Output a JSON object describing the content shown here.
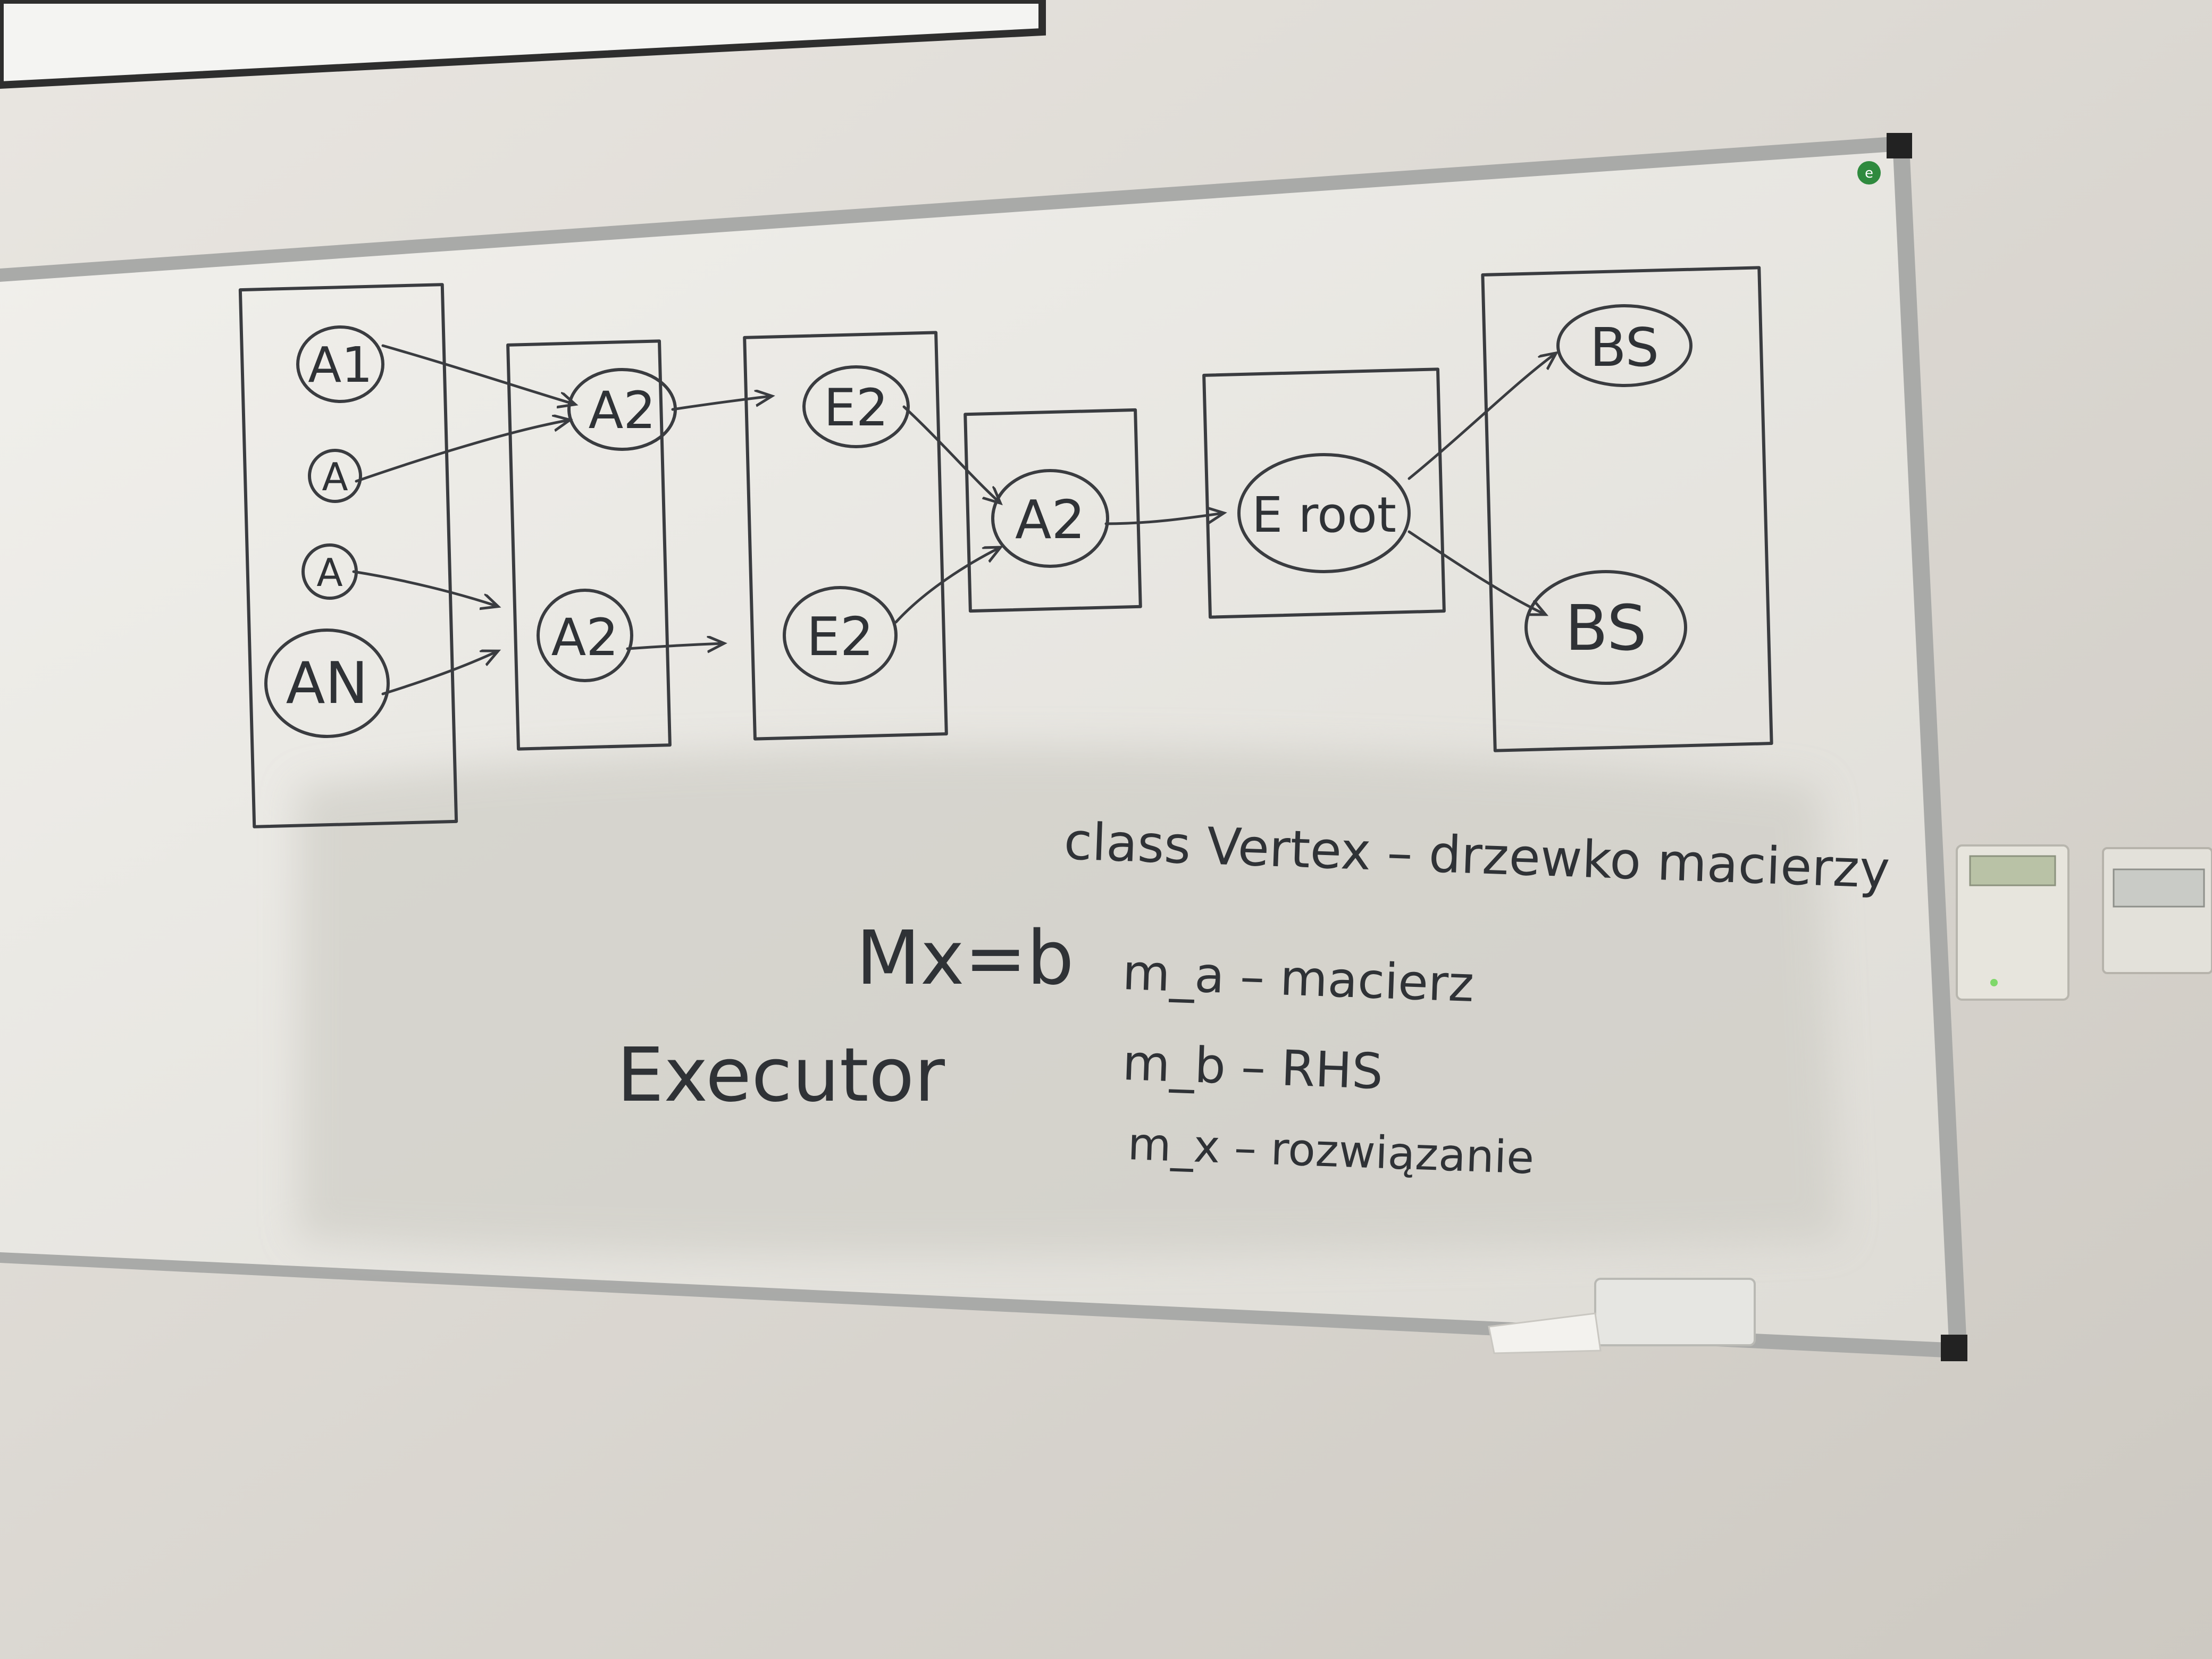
{
  "colors": {
    "wall": "#dedad4",
    "board": "#ecebe7",
    "frame": "#a9aaa8",
    "ink": "#2f3236",
    "smudge": "#cfcdc6"
  },
  "logo": {
    "icon": "e-logo-icon",
    "text": "e"
  },
  "diagram": {
    "columns": [
      {
        "name": "column-1",
        "nodes": [
          "A1",
          "A",
          "A",
          "AN"
        ]
      },
      {
        "name": "column-2",
        "nodes": [
          "A2",
          "A2"
        ]
      },
      {
        "name": "column-3",
        "nodes": [
          "E2",
          "E2"
        ]
      },
      {
        "name": "column-4",
        "nodes": [
          "A2"
        ]
      },
      {
        "name": "column-5",
        "nodes": [
          "E root"
        ]
      },
      {
        "name": "column-6",
        "nodes": [
          "BS",
          "BS"
        ]
      }
    ]
  },
  "notes": {
    "class_line": "class Vertex – drzewko macierzy",
    "equation": "Mx=b",
    "executor": "Executor",
    "m_a": "m_a – macierz",
    "m_b": "m_b – RHS",
    "m_x": "m_x – rozwiązanie"
  }
}
